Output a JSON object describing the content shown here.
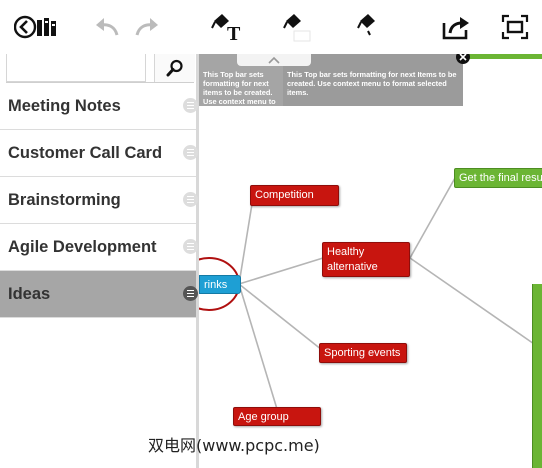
{
  "toolbar": {
    "buttons": [
      {
        "name": "back-to-list-button",
        "icon": "back-list-icon"
      },
      {
        "name": "undo-button",
        "icon": "undo-icon"
      },
      {
        "name": "redo-button",
        "icon": "redo-icon"
      },
      {
        "name": "text-format-button",
        "icon": "paint-bucket-text-icon"
      },
      {
        "name": "fill-format-button",
        "icon": "paint-bucket-fill-icon"
      },
      {
        "name": "line-format-button",
        "icon": "paint-bucket-line-icon"
      },
      {
        "name": "share-button",
        "icon": "share-icon"
      },
      {
        "name": "fit-view-button",
        "icon": "fit-screen-icon"
      }
    ]
  },
  "sidebar": {
    "search": {
      "value": "",
      "placeholder": ""
    },
    "items": [
      {
        "label": "Meeting Notes",
        "active": false
      },
      {
        "label": "Customer Call Card",
        "active": false
      },
      {
        "label": "Brainstorming",
        "active": false
      },
      {
        "label": "Agile Development",
        "active": false
      },
      {
        "label": "Ideas",
        "active": true
      }
    ]
  },
  "tooltip": {
    "text_1": "This Top bar sets formatting for next items to be created. Use context menu to format selected items.",
    "text_2": "This Top bar sets formatting for next Items to be created. Use context menu to format selected items."
  },
  "mindmap": {
    "nodes": {
      "root": "rinks",
      "competition": "Competition",
      "healthy": "Healthy alternative",
      "sporting": "Sporting events",
      "age": "Age group",
      "final": "Get the final resu"
    },
    "colors": {
      "red": "#c8150f",
      "green": "#6bb534",
      "blue": "#1e9fd4",
      "connector": "#b5b5b5"
    }
  },
  "watermark": "双电网(www.pcpc.me)"
}
